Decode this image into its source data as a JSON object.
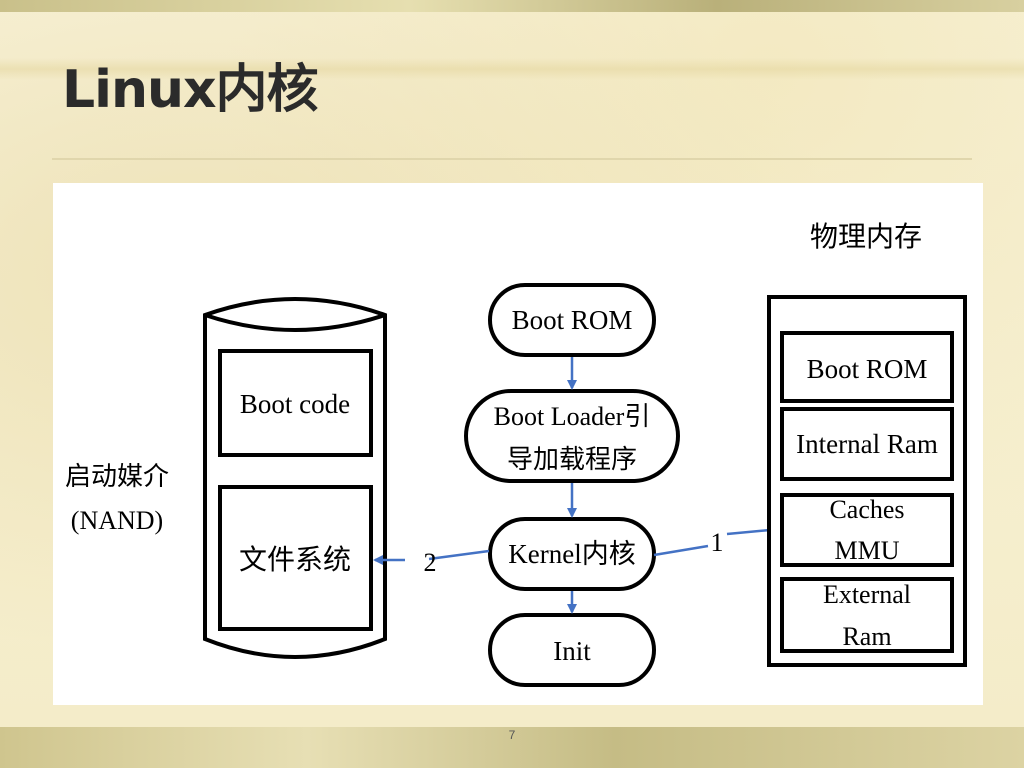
{
  "slide": {
    "title": "Linux内核",
    "page_number": "7"
  },
  "diagram": {
    "storage": {
      "label_line1": "启动媒介",
      "label_line2": "(NAND)",
      "boot_code": "Boot code",
      "file_system": "文件系统"
    },
    "boot_sequence": {
      "boot_rom": "Boot ROM",
      "boot_loader_line1": "Boot Loader引",
      "boot_loader_line2": "导加载程序",
      "kernel": "Kernel内核",
      "init": "Init"
    },
    "memory": {
      "title": "物理内存",
      "boot_rom": "Boot ROM",
      "internal_ram": "Internal Ram",
      "caches_line1": "Caches",
      "caches_line2": "MMU",
      "external_ram_line1": "External",
      "external_ram_line2": "Ram"
    },
    "arrows": {
      "to_memory_label": "1",
      "to_filesystem_label": "2"
    },
    "colors": {
      "arrow": "#4472c4",
      "stroke": "#000000"
    }
  }
}
